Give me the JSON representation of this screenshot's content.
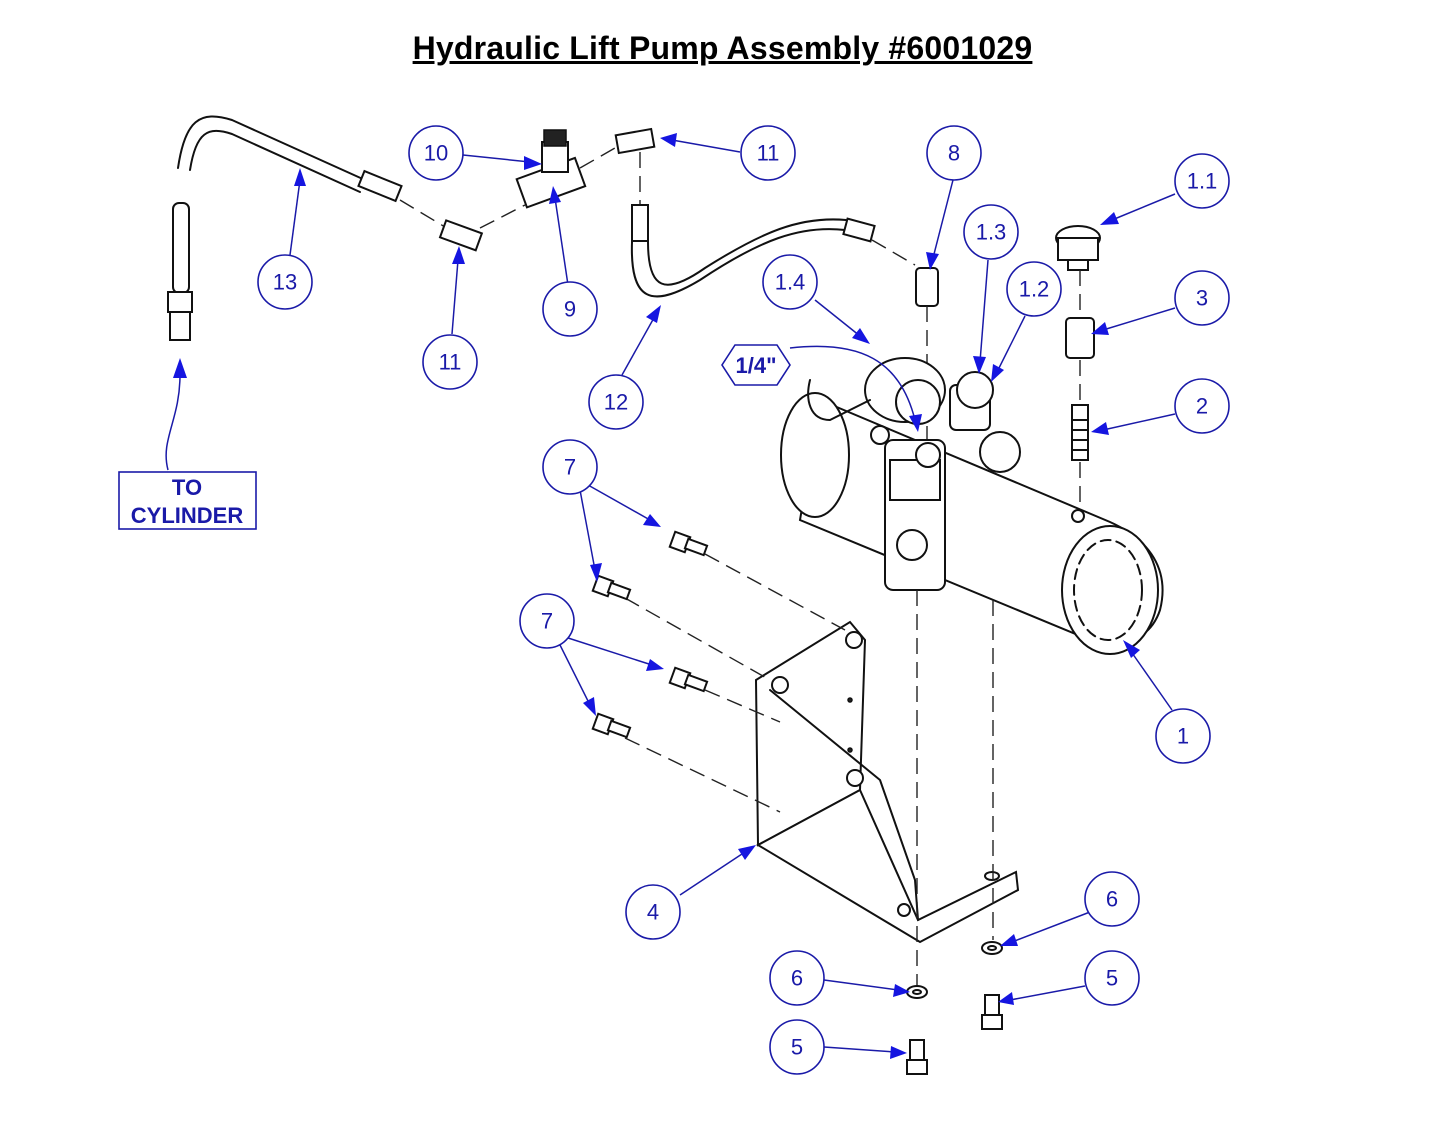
{
  "title": "Hydraulic Lift Pump Assembly #6001029",
  "destination_box": {
    "line1": "TO",
    "line2": "CYLINDER"
  },
  "size_tag": "1/4\"",
  "callouts": [
    "1",
    "1.1",
    "1.2",
    "1.3",
    "1.4",
    "2",
    "3",
    "4",
    "5",
    "5",
    "6",
    "6",
    "7",
    "7",
    "8",
    "9",
    "10",
    "11",
    "11",
    "12",
    "13"
  ],
  "colors": {
    "callout": "#1a1aa8",
    "arrow": "#1515e0",
    "line": "#111111"
  }
}
